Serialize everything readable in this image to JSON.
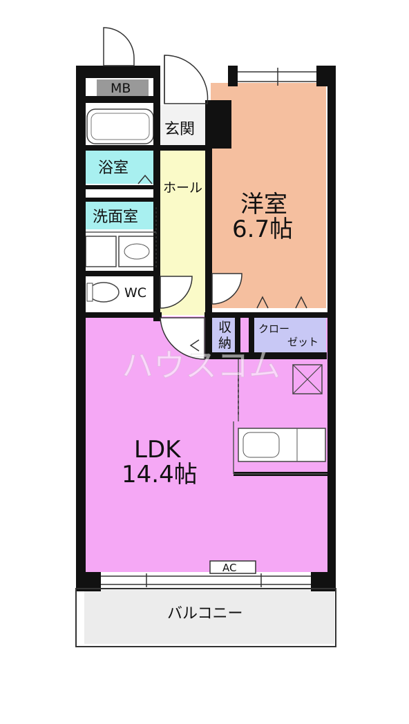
{
  "rooms": {
    "mb": "MB",
    "genkan": "玄関",
    "yokushitsu": "浴室",
    "senmenshitsu": "洗面室",
    "hall": "ホール",
    "wc": "WC",
    "yoshitsu_name": "洋室",
    "yoshitsu_size": "6.7帖",
    "shuno_1": "収",
    "shuno_2": "納",
    "closet_1": "クロー",
    "closet_2": "ゼット",
    "ldk_name": "LDK",
    "ldk_size": "14.4帖",
    "ac": "AC",
    "balcony": "バルコニー"
  },
  "watermark": "ハウスコム",
  "colors": {
    "ldk": "#f5a8f5",
    "yoshitsu": "#f5bf9f",
    "wet": "#a8f0f0",
    "hall": "#fafac8",
    "storage": "#c8c8f5",
    "balcony": "#ececec",
    "wall": "#111111"
  }
}
